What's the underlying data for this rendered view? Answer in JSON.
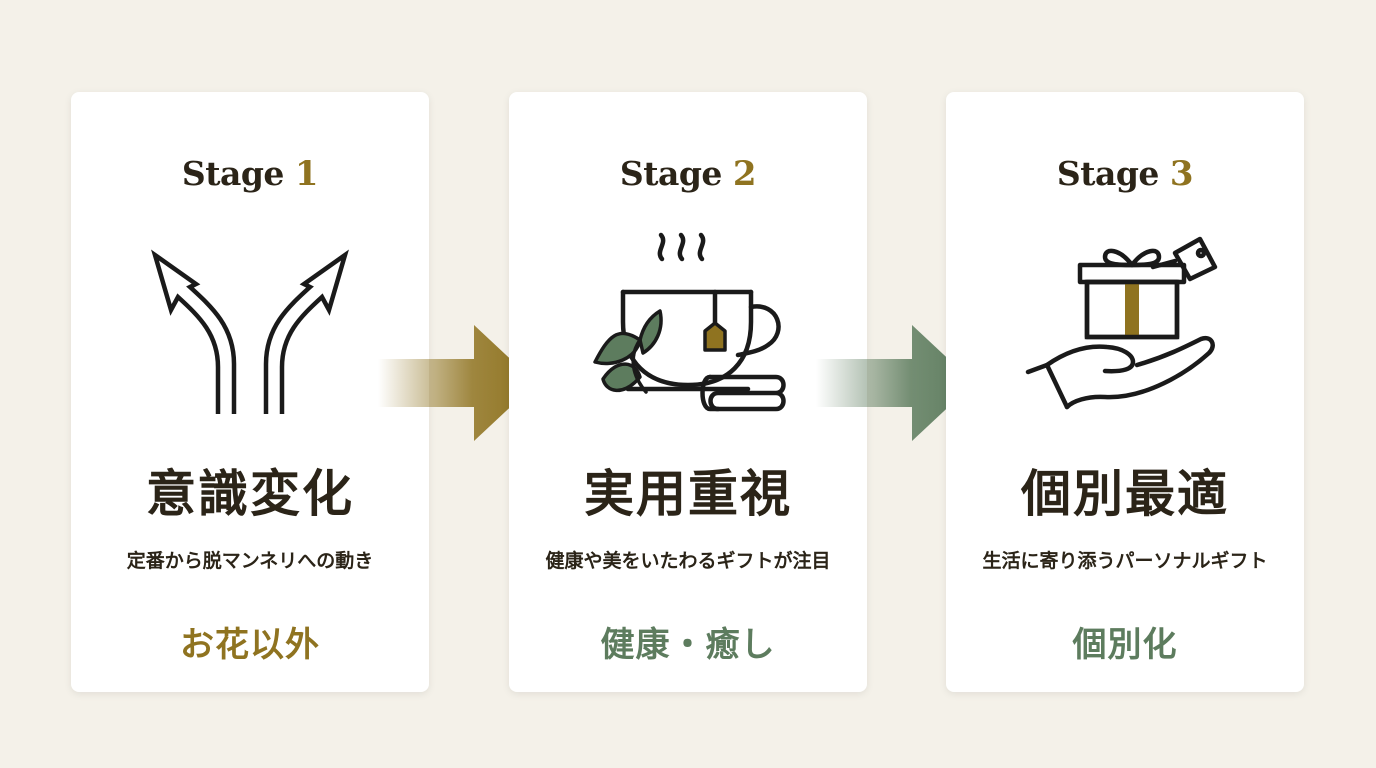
{
  "stages": [
    {
      "label": "Stage",
      "number": "1",
      "heading": "意識変化",
      "description": "定番から脱マンネリへの動き",
      "tag": "お花以外",
      "icon": "diverging-arrows-icon"
    },
    {
      "label": "Stage",
      "number": "2",
      "heading": "実用重視",
      "description": "健康や美をいたわるギフトが注目",
      "tag": "健康・癒し",
      "icon": "tea-cup-icon"
    },
    {
      "label": "Stage",
      "number": "3",
      "heading": "個別最適",
      "description": "生活に寄り添うパーソナルギフト",
      "tag": "個別化",
      "icon": "gift-on-hand-icon"
    }
  ],
  "colors": {
    "background": "#f4f1e9",
    "card": "#ffffff",
    "text": "#2b2418",
    "gold": "#8f7320",
    "green": "#5d7c5e"
  }
}
